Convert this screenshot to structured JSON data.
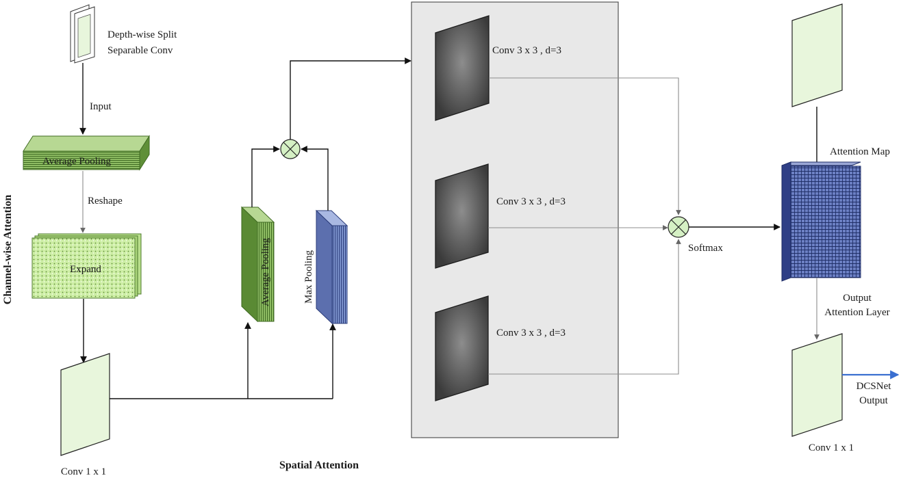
{
  "diagram": {
    "depthwise_line1": "Depth-wise Split",
    "depthwise_line2": "Separable Conv",
    "input": "Input",
    "average_pooling_top": "Average Pooling",
    "reshape": "Reshape",
    "expand": "Expand",
    "conv1x1_left": "Conv 1 x 1",
    "channel_wise_attention": "Channel-wise Attention",
    "average_pooling_vertical": "Average Pooling",
    "max_pooling_vertical": "Max Pooling",
    "spatial_attention": "Spatial Attention",
    "conv3x3_1": "Conv 3 x 3 , d=3",
    "conv3x3_2": "Conv 3 x 3 , d=3",
    "conv3x3_3": "Conv 3 x 3 , d=3",
    "softmax": "Softmax",
    "attention_map": "Attention Map",
    "output_attention_line1": "Output",
    "output_attention_line2": "Attention Layer",
    "conv1x1_right": "Conv 1 x 1",
    "dcsnet_line1": "DCSNet",
    "dcsnet_line2": "Output"
  },
  "colors": {
    "light_green": "#e8f6dc",
    "green_pool": "#7cab52",
    "dark_green": "#4d7a2c",
    "expand_green": "#c9ec9e",
    "max_pool_blue": "#6f86c2",
    "attention_map_blue": "#5a6fb8",
    "conv_dark": "#4a4a4a",
    "panel_gray": "#e8e8e8",
    "output_arrow": "#3a6fd0"
  },
  "icons": {
    "multiply_node": "circled-times",
    "arrow": "arrow-head"
  }
}
